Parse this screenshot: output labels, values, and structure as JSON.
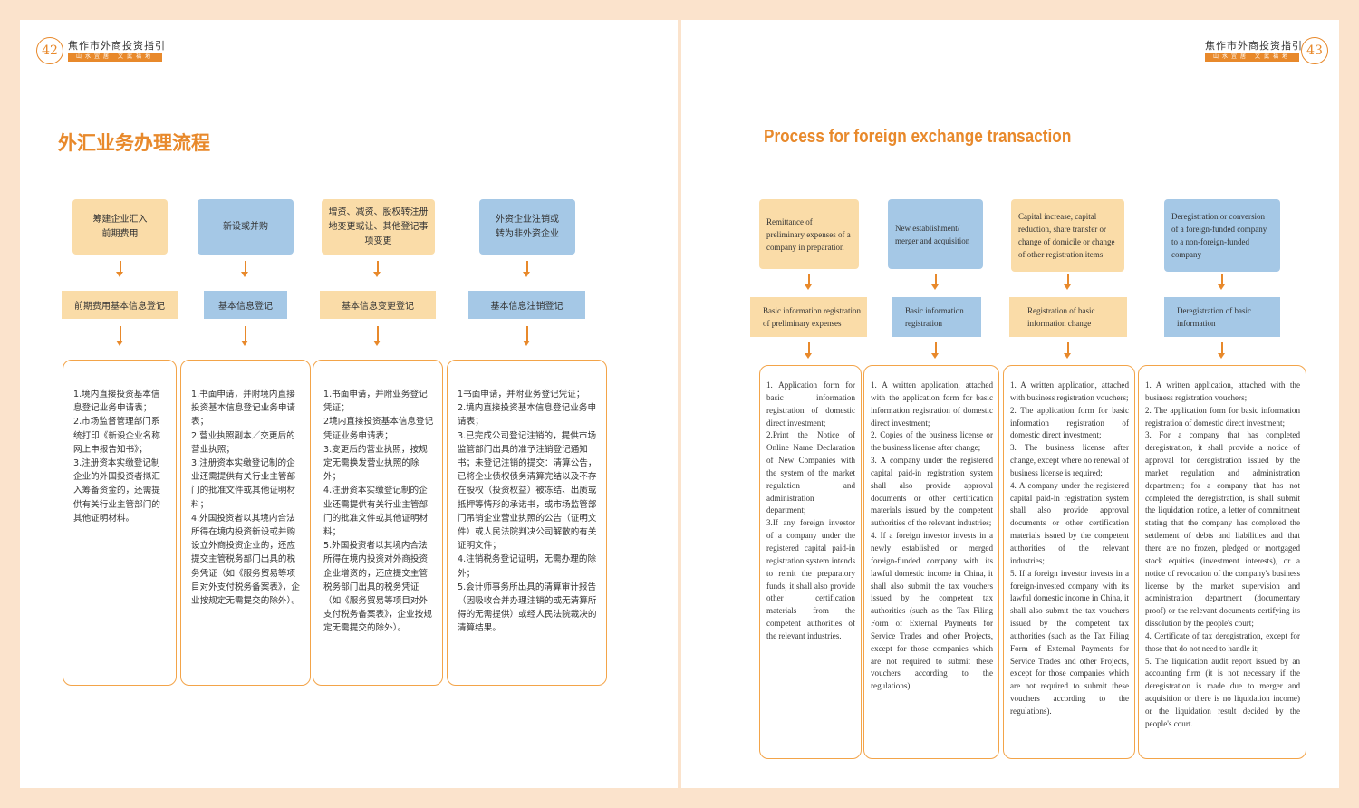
{
  "left_page": {
    "page_number": "42",
    "header_title": "焦作市外商投资指引",
    "header_tag": "山水宜居 文武福地",
    "section_title": "外汇业务办理流程",
    "steps": [
      {
        "title": "筹建企业汇入\n前期费用",
        "label": "前期费用基本信息登记",
        "detail": "1.境内直接投资基本信息登记业务申请表；\n2.市场监督管理部门系统打印《新设企业名称网上申报告知书》；\n3.注册资本实缴登记制企业的外国投资者拟汇入筹备资金的，还需提供有关行业主管部门的其他证明材料。"
      },
      {
        "title": "新设或并购",
        "label": "基本信息登记",
        "detail": "1.书面申请，并附境内直接投资基本信息登记业务申请表；\n2.营业执照副本／交更后的营业执照；\n3.注册资本实缴登记制的企业还需提供有关行业主管部门的批准文件或其他证明材料；\n4.外国投资者以其境内合法所得在境内投资新设或并购设立外商投资企业的，还应提交主管税务部门出具的税务凭证（如《服务贸易等项目对外支付税务备案表》，企业按规定无需提交的除外）。"
      },
      {
        "title": "增资、减资、股权转注册地变更或让、其他登记事项变更",
        "label": "基本信息变更登记",
        "detail": "1.书面申请，并附业务登记凭证；\n2境内直接投资基本信息登记凭证业务申请表；\n3.变更后的营业执照，按规定无需换发营业执照的除外；\n4.注册资本实缴登记制的企业还需提供有关行业主管部门的批准文件或其他证明材料；\n5.外国投资者以其境内合法所得在境内投资对外商投资企业增资的，还应提交主管税务部门出具的税务凭证（如《服务贸易等项目对外支付税务备案表》，企业按规定无需提交的除外）。"
      },
      {
        "title": "外资企业注销或\n转为非外资企业",
        "label": "基本信息注销登记",
        "detail": "1书面申请，并附业务登记凭证；\n2.境内直接投资基本信息登记业务申请表；\n3.已完成公司登记注销的，提供市场监管部门出具的准予注销登记通知书；未登记注销的提交：清算公告，已将企业债权债务清算完结以及不存在股权（投资权益）被冻结、出质或抵押等情形的承诺书，或市场监管部门吊销企业营业执照的公告（证明文件）或人民法院判决公司解散的有关证明文件；\n4.注销税务登记证明，无需办理的除外；\n5.会计师事务所出具的清算审计报告（因吸收合并办理注销的或无清算所得的无需提供）或经人民法院裁决的清算结果。"
      }
    ]
  },
  "right_page": {
    "page_number": "43",
    "header_title": "焦作市外商投资指引",
    "header_tag": "山水宜居 文武福地",
    "section_title": "Process for foreign exchange transaction",
    "steps": [
      {
        "title": "Remittance of preliminary expenses of a company in preparation",
        "label": "Basic information registration of preliminary expenses",
        "items": [
          "1. Application form for basic information registration of domestic direct investment;",
          "2.Print the Notice of Online Name Declaration of New Companies with the system of the market regulation and administration department;",
          "3.If any foreign investor of a company under the registered capital paid-in registration system intends to remit the preparatory funds, it shall also provide other certification materials from the competent authorities of the relevant industries."
        ]
      },
      {
        "title": "New establishment/ merger and acquisition",
        "label": "Basic information registration",
        "items": [
          "1. A written application, attached with the application form for basic information registration of domestic direct investment;",
          "2. Copies of the business license or the business license after change;",
          "3. A company under the registered capital paid-in registration system shall also provide approval documents or other certification materials issued by the competent authorities of the relevant industries;",
          "4. If a foreign investor invests in a newly established or merged foreign-funded company with its lawful domestic income in China, it shall also submit the tax vouchers issued by the competent tax authorities (such as the Tax Filing Form of External Payments for Service Trades and other Projects, except for those companies which are not required to submit these vouchers according to the regulations)."
        ]
      },
      {
        "title": "Capital increase, capital reduction, share transfer or change of domicile or change of other registration items",
        "label": "Registration of basic information change",
        "items": [
          "1. A written application, attached with business registration vouchers;",
          "2. The application form for basic information registration of domestic direct investment;",
          "3. The business license after change, except where no renewal of business license is required;",
          "4. A company under the registered capital paid-in registration system shall also provide approval documents or other certification materials issued by the competent authorities of the relevant industries;",
          "5. If a foreign investor invests in a foreign-invested company with its lawful domestic income in China, it shall also submit the tax vouchers issued by the competent tax authorities (such as the Tax Filing Form of External Payments for Service Trades and other Projects, except for those companies which are not required to submit these vouchers according to the regulations)."
        ]
      },
      {
        "title": "Deregistration or conversion of a foreign-funded company to a non-foreign-funded company",
        "label": "Deregistration of basic information",
        "items": [
          "1. A written application, attached with the business registration vouchers;",
          "2. The application form for basic information registration of domestic direct investment;",
          "3. For a company that has completed deregistration, it shall provide a notice of approval for deregistration issued by the market regulation and administration department; for a company that has not completed the deregistration, is shall submit the liquidation notice, a letter of commitment stating that the company has completed the settlement of debts and liabilities and that there are no frozen, pledged or mortgaged stock equities (investment interests), or a notice of revocation of the company's business license by the market supervision and administration department (documentary proof) or the relevant documents certifying its dissolution by the people's court;",
          "4. Certificate of tax deregistration, except for those that do not need to handle it;",
          "5. The liquidation audit report issued by an accounting firm (it is not necessary if the deregistration is made due to merger and acquisition or there is no liquidation income) or the liquidation result decided by the people's court."
        ]
      }
    ]
  },
  "colors": {
    "accent": "#e8892b",
    "border": "#f3a449",
    "yellow_box": "#fadca8",
    "blue_box": "#a5c8e6",
    "margin": "#fbe3cc"
  }
}
